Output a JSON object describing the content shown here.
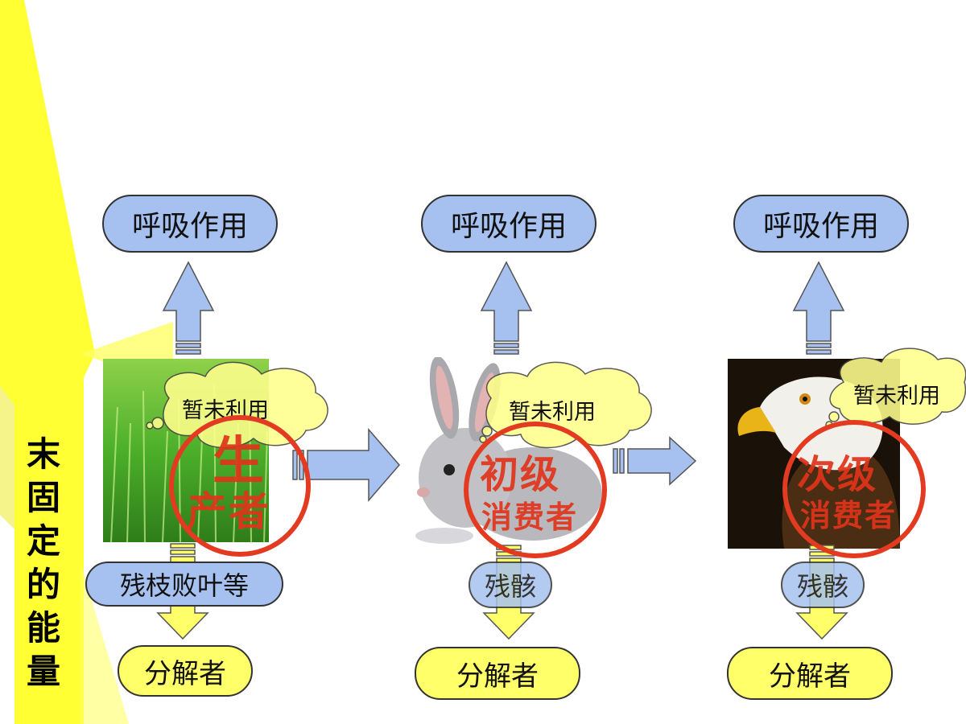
{
  "side_label": "末固定的能量",
  "colors": {
    "arrow_blue": "#a6c1ef",
    "arrow_yellow": "#ffff6a",
    "stamp_red": "#e33b22",
    "side_yellow": "#ffff33"
  },
  "columns": [
    {
      "respiration": "呼吸作用",
      "unused": "暂未利用",
      "stamp_line1": "生",
      "stamp_line2": "产者",
      "remains": "残枝败叶等",
      "decomposer": "分解者",
      "image": "grass-image"
    },
    {
      "respiration": "呼吸作用",
      "unused": "暂未利用",
      "stamp_line1": "初级",
      "stamp_line2": "消费者",
      "remains": "残骸",
      "decomposer": "分解者",
      "image": "rabbit-image"
    },
    {
      "respiration": "呼吸作用",
      "unused": "暂未利用",
      "stamp_line1": "次级",
      "stamp_line2": "消费者",
      "remains": "残骸",
      "decomposer": "分解者",
      "image": "eagle-image"
    }
  ]
}
